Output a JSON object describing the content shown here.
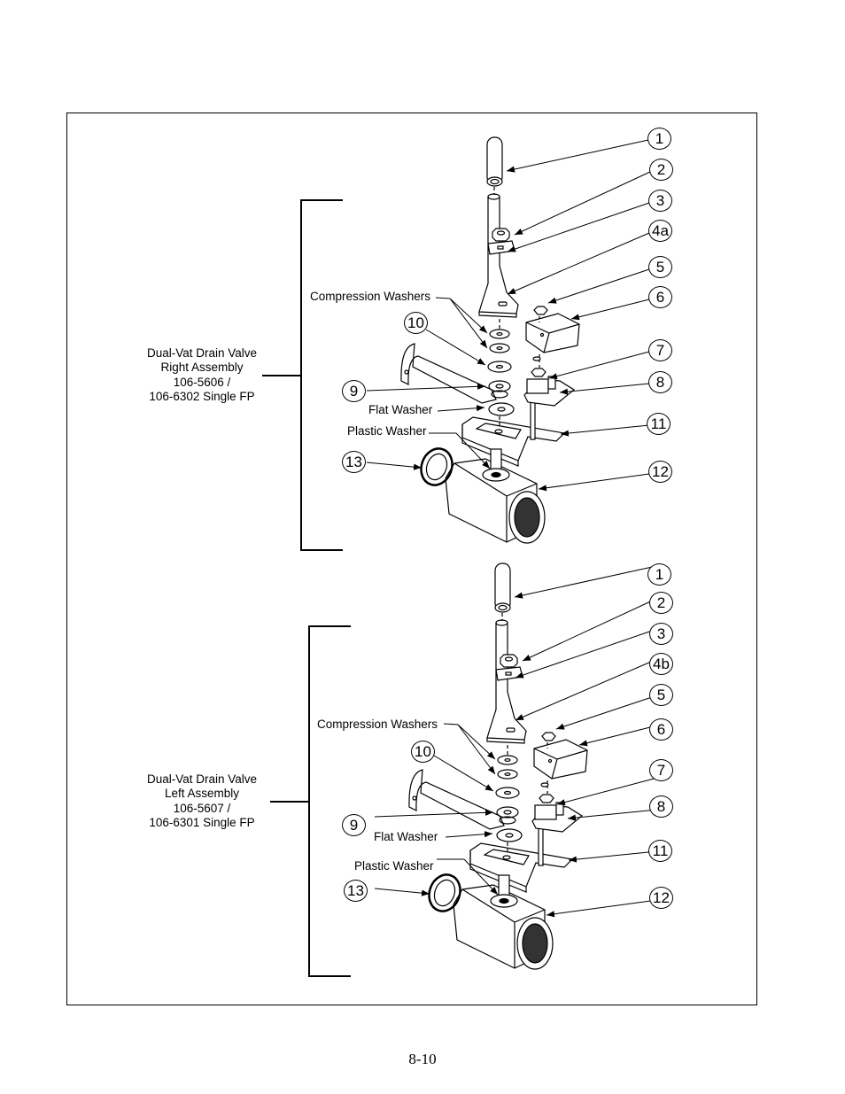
{
  "assemblies": [
    {
      "label_lines": [
        "Dual-Vat Drain Valve",
        "Right Assembly",
        "106-5606 /",
        "106-6302 Single FP"
      ],
      "compression_washers_label": "Compression Washers",
      "flat_washer_label": "Flat Washer",
      "plastic_washer_label": "Plastic Washer",
      "callouts": [
        "1",
        "2",
        "3",
        "4a",
        "5",
        "6",
        "7",
        "8",
        "11",
        "12",
        "10",
        "9",
        "13"
      ]
    },
    {
      "label_lines": [
        "Dual-Vat Drain Valve",
        "Left Assembly",
        "106-5607 /",
        "106-6301 Single FP"
      ],
      "compression_washers_label": "Compression Washers",
      "flat_washer_label": "Flat Washer",
      "plastic_washer_label": "Plastic Washer",
      "callouts": [
        "1",
        "2",
        "3",
        "4b",
        "5",
        "6",
        "7",
        "8",
        "11",
        "12",
        "10",
        "9",
        "13"
      ]
    }
  ],
  "page_number": "8-10"
}
